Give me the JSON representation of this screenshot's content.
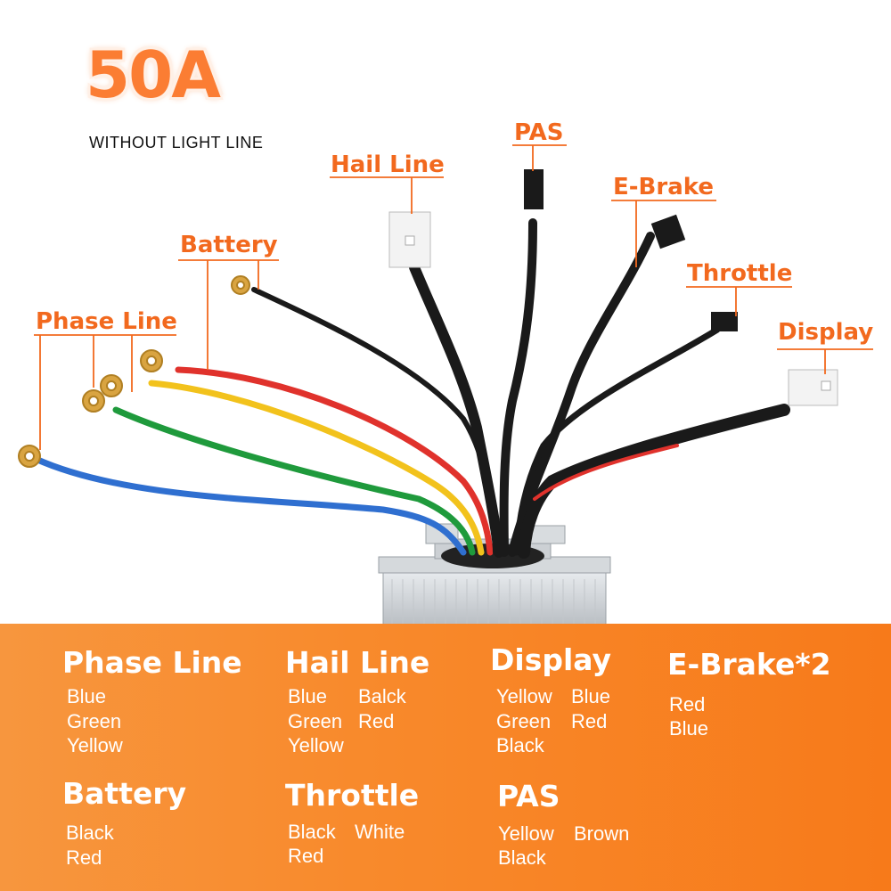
{
  "header": {
    "model": "50A",
    "subtitle": "WITHOUT LIGHT LINE"
  },
  "callouts": {
    "pas": "PAS",
    "hail_line": "Hail Line",
    "e_brake": "E-Brake",
    "battery": "Battery",
    "throttle": "Throttle",
    "phase_line": "Phase Line",
    "display": "Display"
  },
  "legend": {
    "phase_line": {
      "title": "Phase Line",
      "colors": [
        "Blue",
        "Green",
        "Yellow"
      ]
    },
    "hail_line": {
      "title": "Hail Line",
      "colors": [
        "Blue",
        "Balck",
        "Green",
        "Red",
        "Yellow"
      ]
    },
    "display": {
      "title": "Display",
      "colors": [
        "Yellow",
        "Blue",
        "Green",
        "Red",
        "Black"
      ]
    },
    "e_brake": {
      "title": "E-Brake*2",
      "colors": [
        "Red",
        "Blue"
      ]
    },
    "battery": {
      "title": "Battery",
      "colors": [
        "Black",
        "Red"
      ]
    },
    "throttle": {
      "title": "Throttle",
      "colors": [
        "Black",
        "White",
        "Red"
      ]
    },
    "pas": {
      "title": "PAS",
      "colors": [
        "Yellow",
        "Brown",
        "Black"
      ]
    }
  },
  "palette": {
    "accent_orange": "#f2691e",
    "panel_orange": "#f88a2c",
    "wire_blue": "#2f6fd0",
    "wire_green": "#1f9a3c",
    "wire_yellow": "#f2c21c",
    "wire_red": "#e0322c",
    "wire_black": "#1a1a1a"
  }
}
